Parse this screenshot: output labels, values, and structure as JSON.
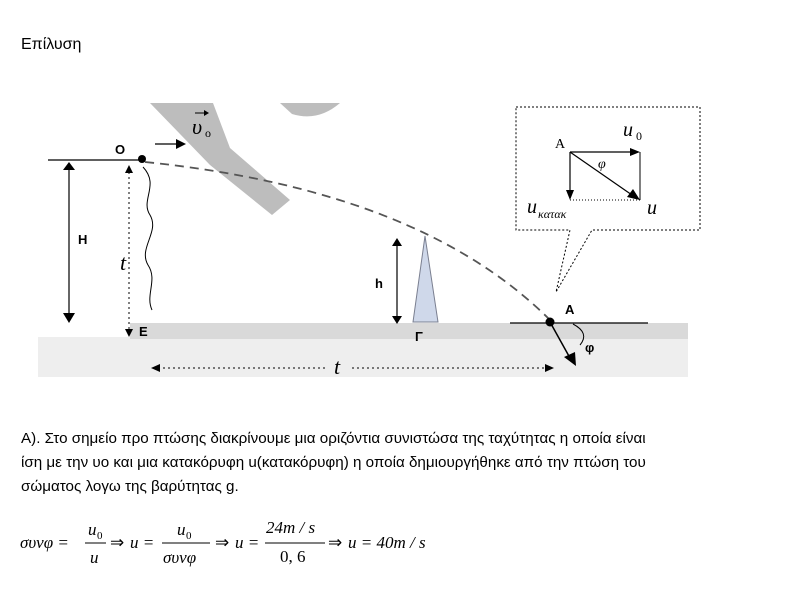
{
  "heading": "Επίλυση",
  "figure": {
    "label_O": "O",
    "label_H": "H",
    "label_t_vertical": "t",
    "label_E": "E",
    "label_h": "h",
    "label_G": "Γ",
    "label_A": "A",
    "label_phi": "φ",
    "label_t_horizontal": "t",
    "label_v0": "υ",
    "label_v0_sub": "ο",
    "inset": {
      "label_A": "A",
      "label_u0": "u",
      "label_u0_sub": "0",
      "label_phi": "φ",
      "label_ukat": "u",
      "label_ukat_sub": "κατακ",
      "label_u": "u"
    }
  },
  "paragraph": {
    "line1": "Α).  Στο σημείο προ πτώσης διακρίνουμε μια οριζόντια συνιστώσα της ταχύτητας η οποία είναι",
    "line2": "ίση με την υο  και μια κατακόρυφη u(κατακόρυφη) η οποία δημιουργήθηκε από την πτώση του",
    "line3": "σώματος λογω της βαρύτητας g."
  },
  "equation": {
    "lhs": "συνφ =",
    "frac1_num": "u",
    "frac1_num_sub": "0",
    "frac1_den": "u",
    "arrow1": "⇒",
    "mid1": "u =",
    "frac2_num": "u",
    "frac2_num_sub": "0",
    "frac2_den": "συνφ",
    "arrow2": "⇒",
    "mid2": "u =",
    "frac3_num": "24m / s",
    "frac3_den": "0, 6",
    "arrow3": "⇒",
    "result": "u = 40m / s"
  }
}
